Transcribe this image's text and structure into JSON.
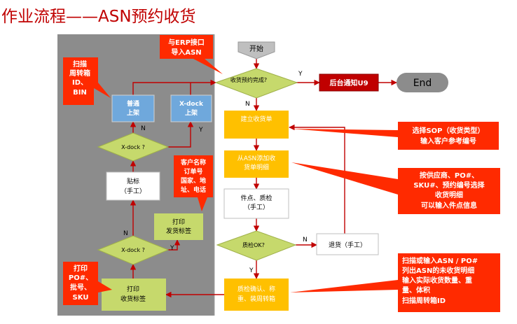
{
  "title": "作业流程——ASN预约收货",
  "nodes": {
    "start": "开始",
    "receipt_complete": "收货预约完成?",
    "notify": "后台通知U9",
    "end": "End",
    "create_receipt": "建立收货单",
    "add_asn_detail_l1": "从ASN添加收",
    "add_asn_detail_l2": "货单明细",
    "count_qc_l1": "件点、质检",
    "count_qc_l2": "（手工）",
    "qc_ok": "质检OK?",
    "return": "退货（手工）",
    "confirm_l1": "质检确认、称",
    "confirm_l2": "重、装周转箱",
    "print_receipt_l1": "打印",
    "print_receipt_l2": "收货标签",
    "xdock_decision_bottom": "X-dock ?",
    "print_ship_l1": "打印",
    "print_ship_l2": "发货标签",
    "label_l1": "贴标",
    "label_l2": "（手工）",
    "xdock_decision_top": "X-dock ?",
    "normal_putaway_l1": "普通",
    "normal_putaway_l2": "上架",
    "xdock_putaway_l1": "X-dock",
    "xdock_putaway_l2": "上架"
  },
  "labels": {
    "y": "Y",
    "n": "N"
  },
  "callouts": {
    "erp": [
      "与ERP接口",
      "导入ASN"
    ],
    "scan_box": [
      "扫描",
      "周转箱",
      "ID、",
      "BIN"
    ],
    "customer_info": [
      "客户名称",
      "订单号",
      "国家、地",
      "址、电话"
    ],
    "print_po": [
      "打印",
      "PO#、",
      "批号、",
      "SKU"
    ],
    "sop": [
      "选择SOP（收货类型）",
      "输入客户参考编号"
    ],
    "supplier": [
      "按供应商、PO#、",
      "SKU#、预约编号选择",
      "收货明细",
      "可以输入件点信息"
    ],
    "scan_asn": [
      "扫描或输入ASN / PO#",
      "列出ASN的未收货明细",
      "输入实际收货数量、重",
      "量、体积",
      "扫描周转箱ID"
    ]
  },
  "colors": {
    "title": "#c00000",
    "panel": "#8c8c8c",
    "decision": "#c6d96c",
    "process_yellow": "#ffc000",
    "callout_red": "#ff2a00",
    "blue_box": "#6fa8dc",
    "notify": "#c00000",
    "end": "#8c8c8c",
    "arrow": "#c00000"
  }
}
